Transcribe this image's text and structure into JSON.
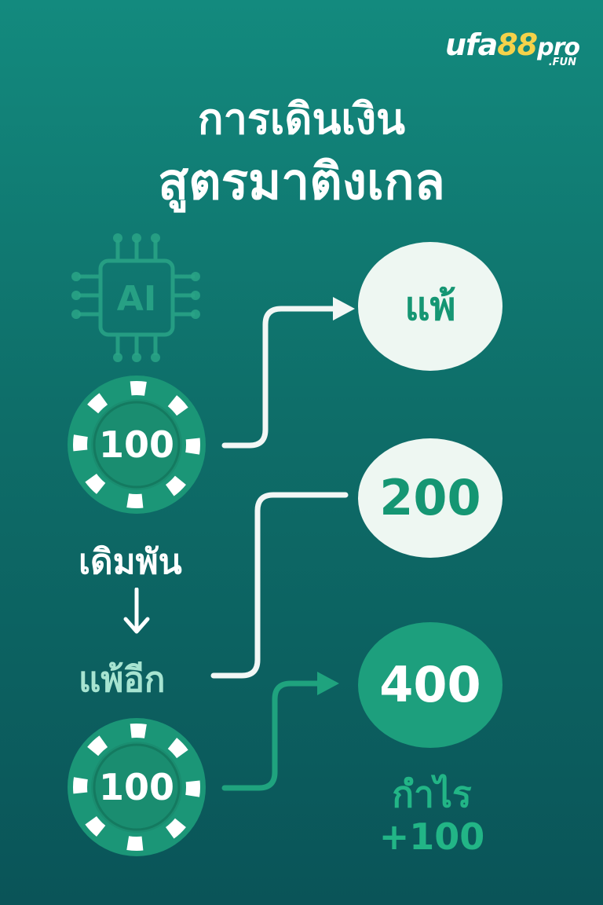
{
  "logo": {
    "part_ufa": "ufa",
    "part_88": "88",
    "part_pro": "pro",
    "sub": ".FUN"
  },
  "title": {
    "line1": "การเดินเงิน",
    "line2": "สูตรมาติงเกล"
  },
  "ai_chip": {
    "label": "AI"
  },
  "chips": [
    {
      "value": "100"
    },
    {
      "value": "100"
    }
  ],
  "flow": {
    "bet_label": "เดิมพัน",
    "lose_again_label": "แพ้อีก"
  },
  "outcomes": {
    "lose": "แพ้",
    "step2": "200",
    "step3": "400"
  },
  "profit": {
    "label": "กำไร",
    "amount": "+100"
  },
  "colors": {
    "accent_green": "#1d9f7d",
    "light_oval": "#eef7f2",
    "logo_yellow": "#f4d24a",
    "connector_white": "#f2f7f5"
  }
}
